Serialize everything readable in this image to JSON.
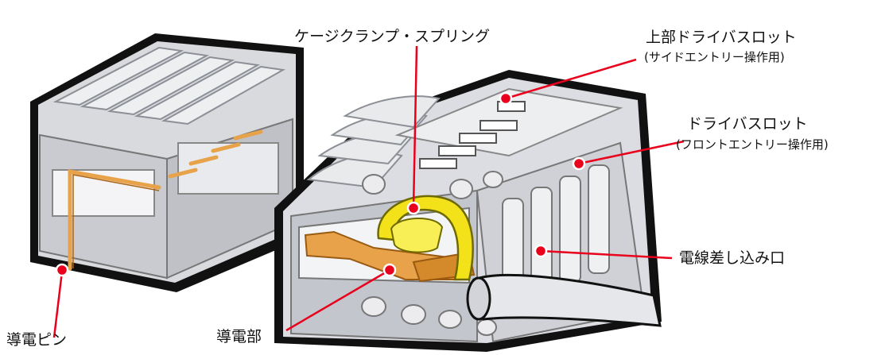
{
  "labels": {
    "cage_clamp": "ケージクランプ・スプリング",
    "top_slot_title": "上部ドライバスロット",
    "top_slot_note": "(サイドエントリー操作用)",
    "front_slot_title": "ドライバスロット",
    "front_slot_note": "(フロントエントリー操作用)",
    "wire_entry": "電線差し込み口",
    "pin": "導電ピン",
    "conductor": "導電部"
  },
  "colors": {
    "callout": "#e8001c",
    "outline": "#111111",
    "housing": "#dcdde2",
    "housing_shadow": "#a9acb4",
    "pin": "#e7a24a",
    "spring": "#f3e21a"
  }
}
